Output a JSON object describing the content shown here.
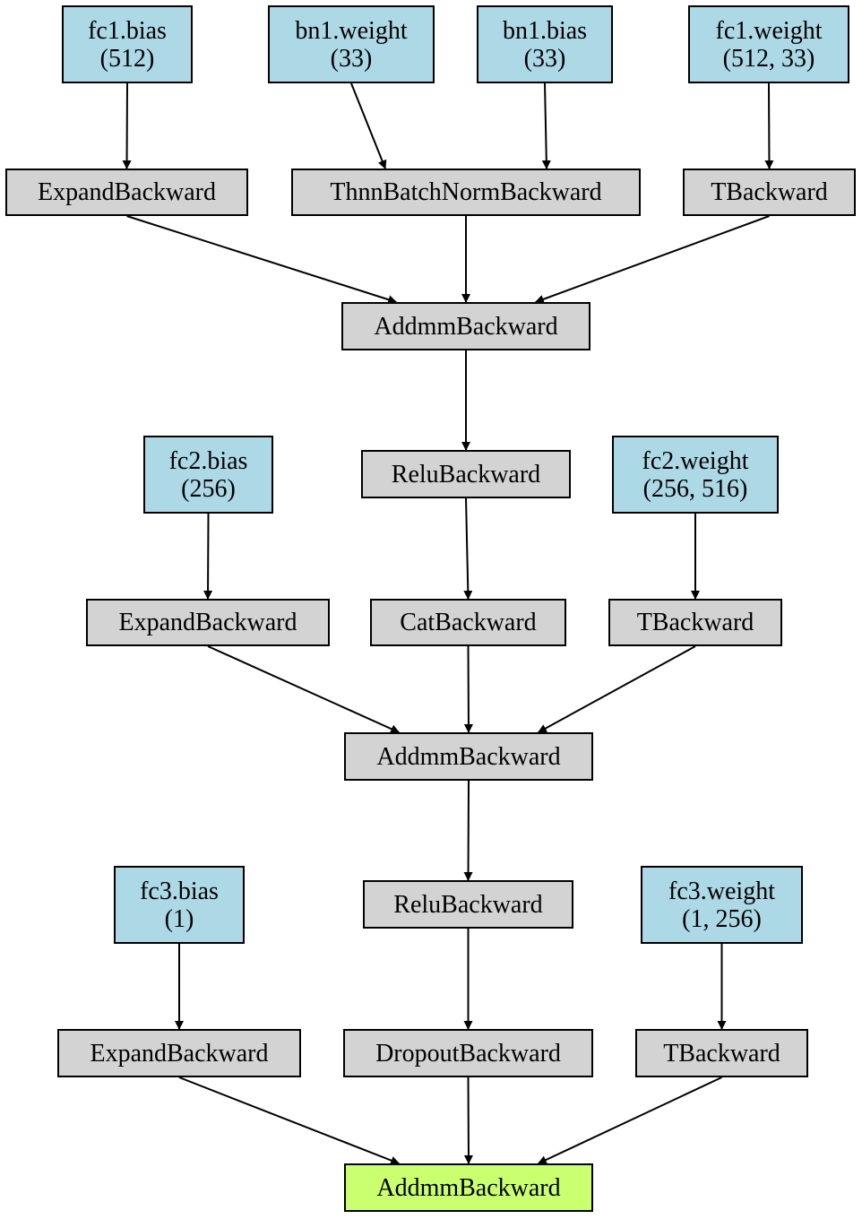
{
  "colors": {
    "param": "#add8e6",
    "op": "#d3d3d3",
    "output": "#caff70"
  },
  "nodes": {
    "fc1_bias": {
      "name": "fc1.bias",
      "shape": "(512)"
    },
    "bn1_weight": {
      "name": "bn1.weight",
      "shape": "(33)"
    },
    "bn1_bias": {
      "name": "bn1.bias",
      "shape": "(33)"
    },
    "fc1_weight": {
      "name": "fc1.weight",
      "shape": "(512, 33)"
    },
    "expand1": {
      "label": "ExpandBackward"
    },
    "batchnorm": {
      "label": "ThnnBatchNormBackward"
    },
    "t1": {
      "label": "TBackward"
    },
    "addmm1": {
      "label": "AddmmBackward"
    },
    "relu1": {
      "label": "ReluBackward"
    },
    "fc2_bias": {
      "name": "fc2.bias",
      "shape": "(256)"
    },
    "fc2_weight": {
      "name": "fc2.weight",
      "shape": "(256, 516)"
    },
    "expand2": {
      "label": "ExpandBackward"
    },
    "cat": {
      "label": "CatBackward"
    },
    "t2": {
      "label": "TBackward"
    },
    "addmm2": {
      "label": "AddmmBackward"
    },
    "relu2": {
      "label": "ReluBackward"
    },
    "fc3_bias": {
      "name": "fc3.bias",
      "shape": "(1)"
    },
    "fc3_weight": {
      "name": "fc3.weight",
      "shape": "(1, 256)"
    },
    "expand3": {
      "label": "ExpandBackward"
    },
    "dropout": {
      "label": "DropoutBackward"
    },
    "t3": {
      "label": "TBackward"
    },
    "addmm3": {
      "label": "AddmmBackward"
    }
  },
  "edges": [
    [
      "fc1_bias",
      "expand1"
    ],
    [
      "bn1_weight",
      "batchnorm"
    ],
    [
      "bn1_bias",
      "batchnorm"
    ],
    [
      "fc1_weight",
      "t1"
    ],
    [
      "expand1",
      "addmm1"
    ],
    [
      "batchnorm",
      "addmm1"
    ],
    [
      "t1",
      "addmm1"
    ],
    [
      "addmm1",
      "relu1"
    ],
    [
      "fc2_bias",
      "expand2"
    ],
    [
      "relu1",
      "cat"
    ],
    [
      "fc2_weight",
      "t2"
    ],
    [
      "expand2",
      "addmm2"
    ],
    [
      "cat",
      "addmm2"
    ],
    [
      "t2",
      "addmm2"
    ],
    [
      "addmm2",
      "relu2"
    ],
    [
      "fc3_bias",
      "expand3"
    ],
    [
      "relu2",
      "dropout"
    ],
    [
      "fc3_weight",
      "t3"
    ],
    [
      "expand3",
      "addmm3"
    ],
    [
      "dropout",
      "addmm3"
    ],
    [
      "t3",
      "addmm3"
    ]
  ]
}
